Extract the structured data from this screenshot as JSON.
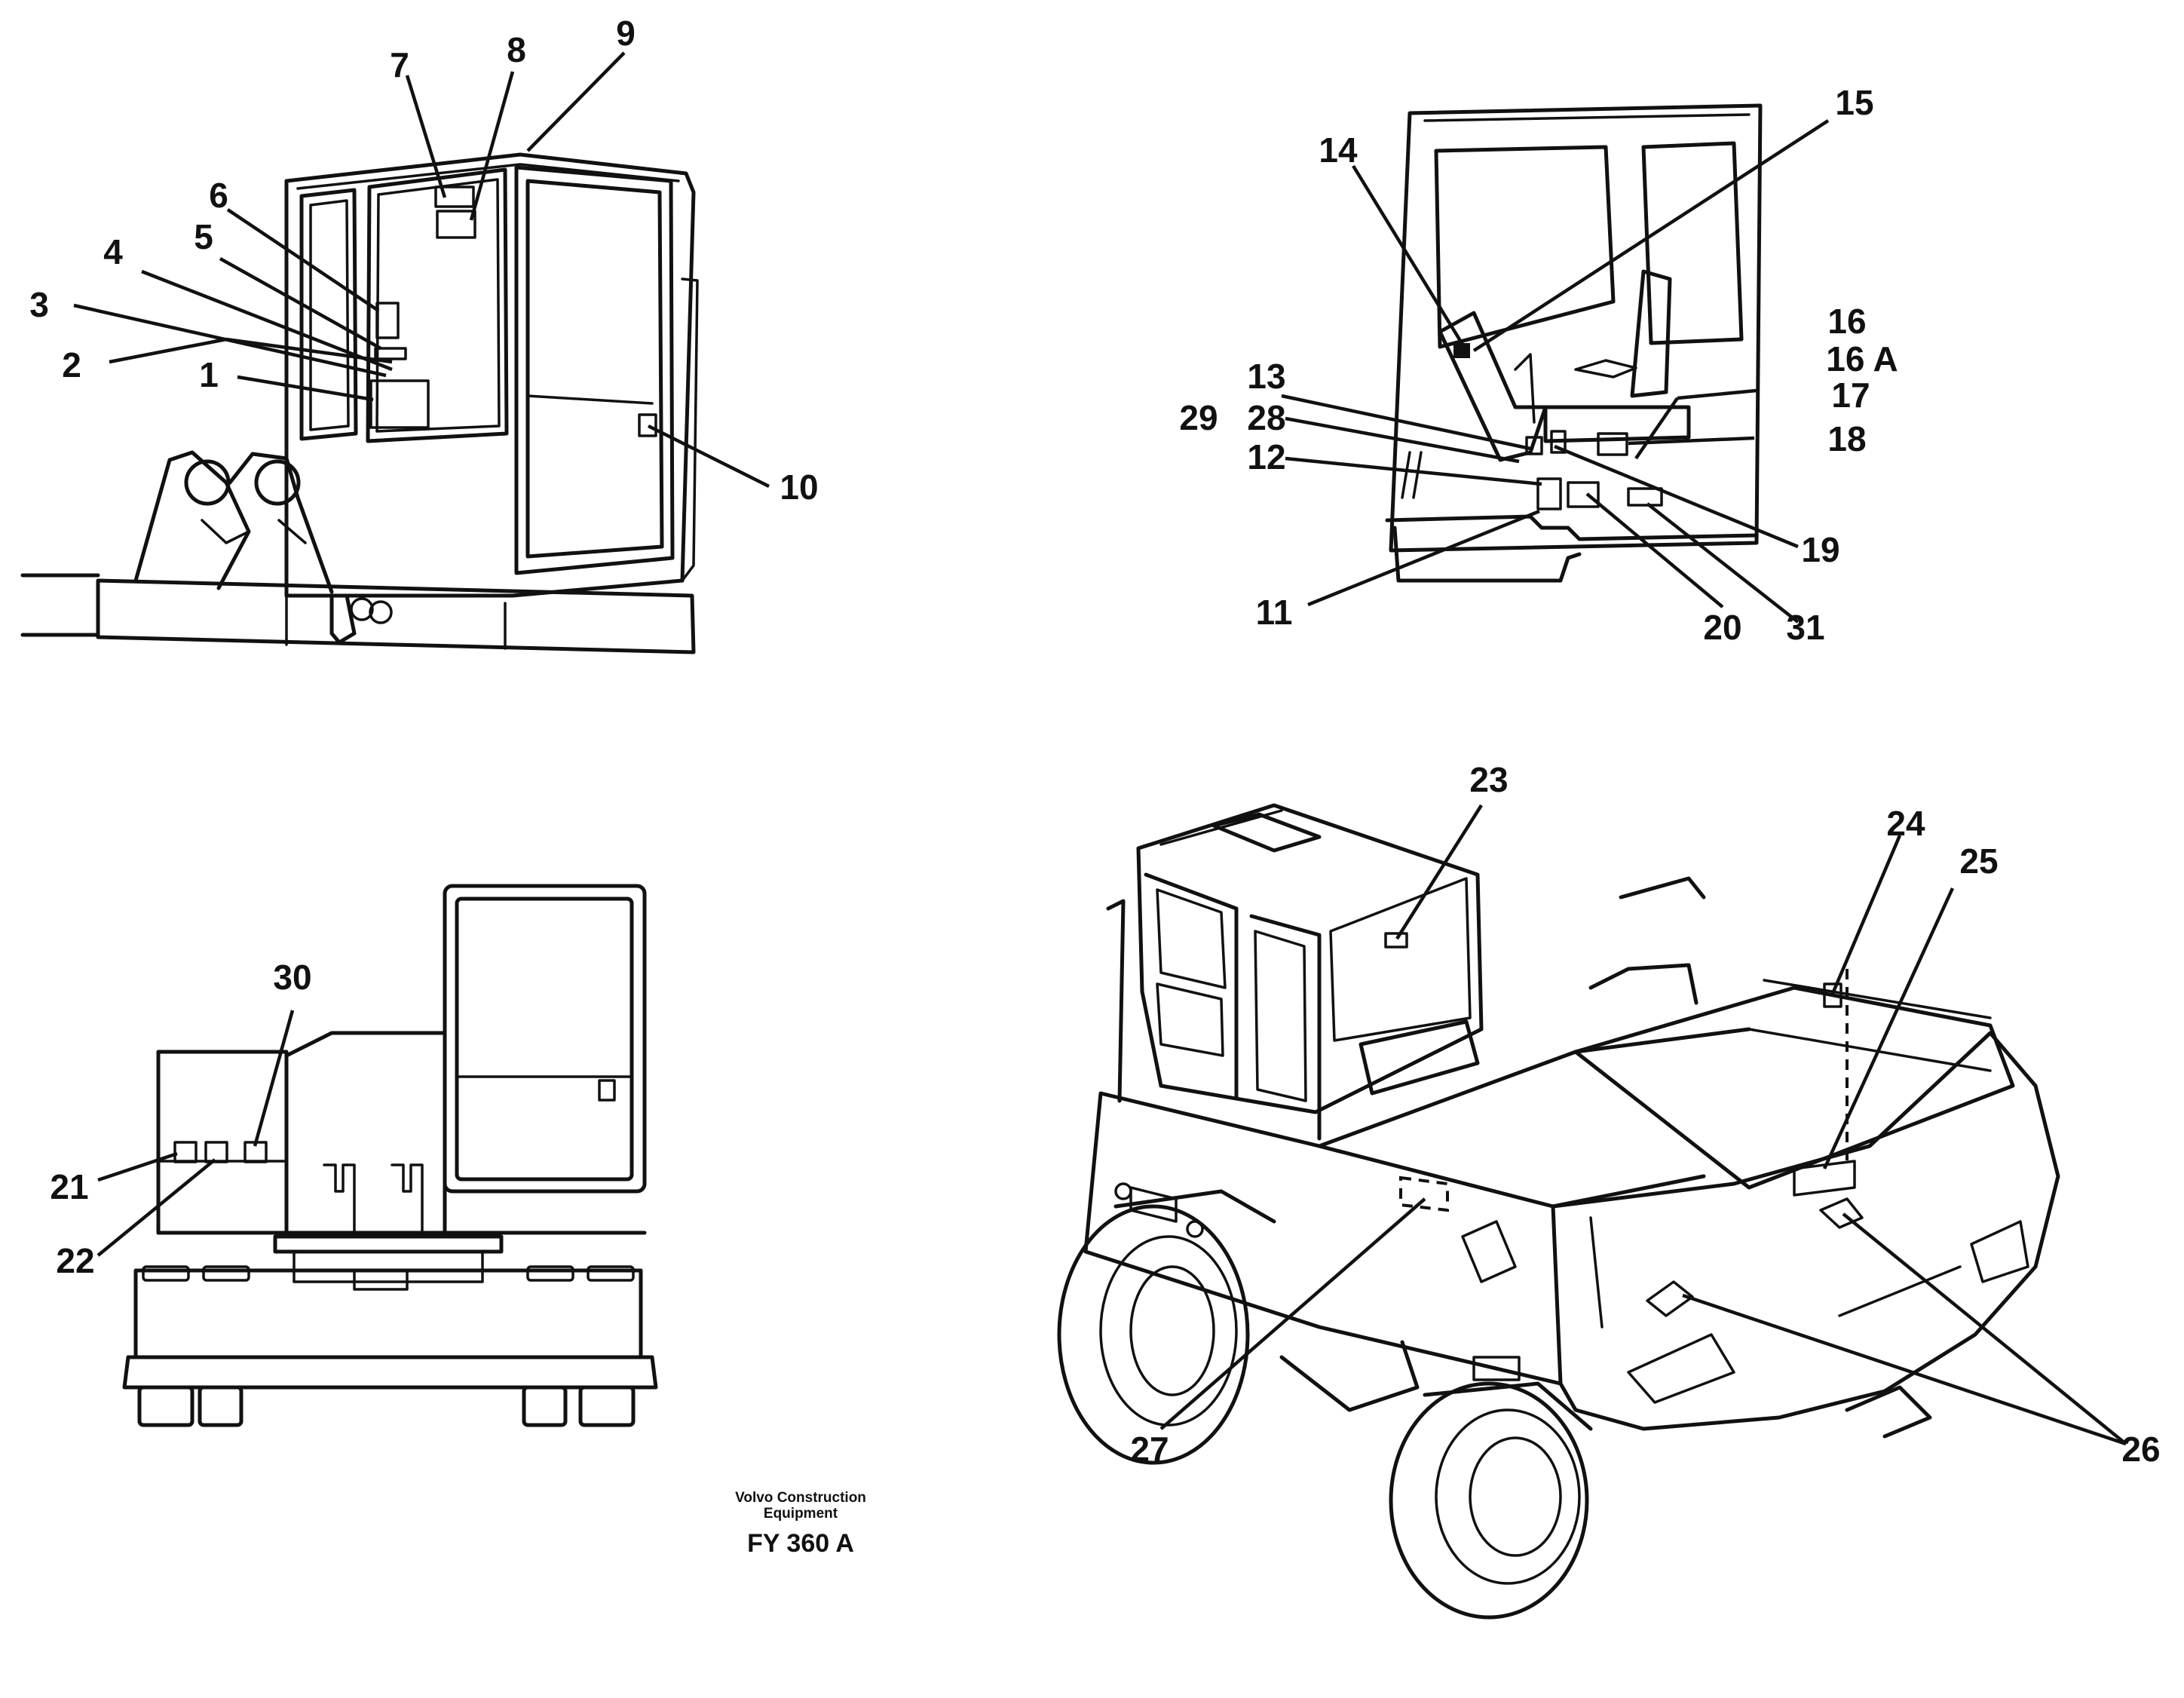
{
  "callouts": {
    "n1": "1",
    "n2": "2",
    "n3": "3",
    "n4": "4",
    "n5": "5",
    "n6": "6",
    "n7": "7",
    "n8": "8",
    "n9": "9",
    "n10": "10",
    "n11": "11",
    "n12": "12",
    "n13": "13",
    "n14": "14",
    "n15": "15",
    "n16": "16",
    "n16a": "16 A",
    "n17": "17",
    "n18": "18",
    "n19": "19",
    "n20": "20",
    "n21": "21",
    "n22": "22",
    "n23": "23",
    "n24": "24",
    "n25": "25",
    "n26": "26",
    "n27": "27",
    "n28": "28",
    "n29": "29",
    "n30": "30",
    "n31": "31"
  },
  "caption": {
    "maker_line1": "Volvo Construction",
    "maker_line2": "Equipment",
    "code": "FY 360 A"
  },
  "colors": {
    "ink": "#111111",
    "paper": "#ffffff"
  }
}
